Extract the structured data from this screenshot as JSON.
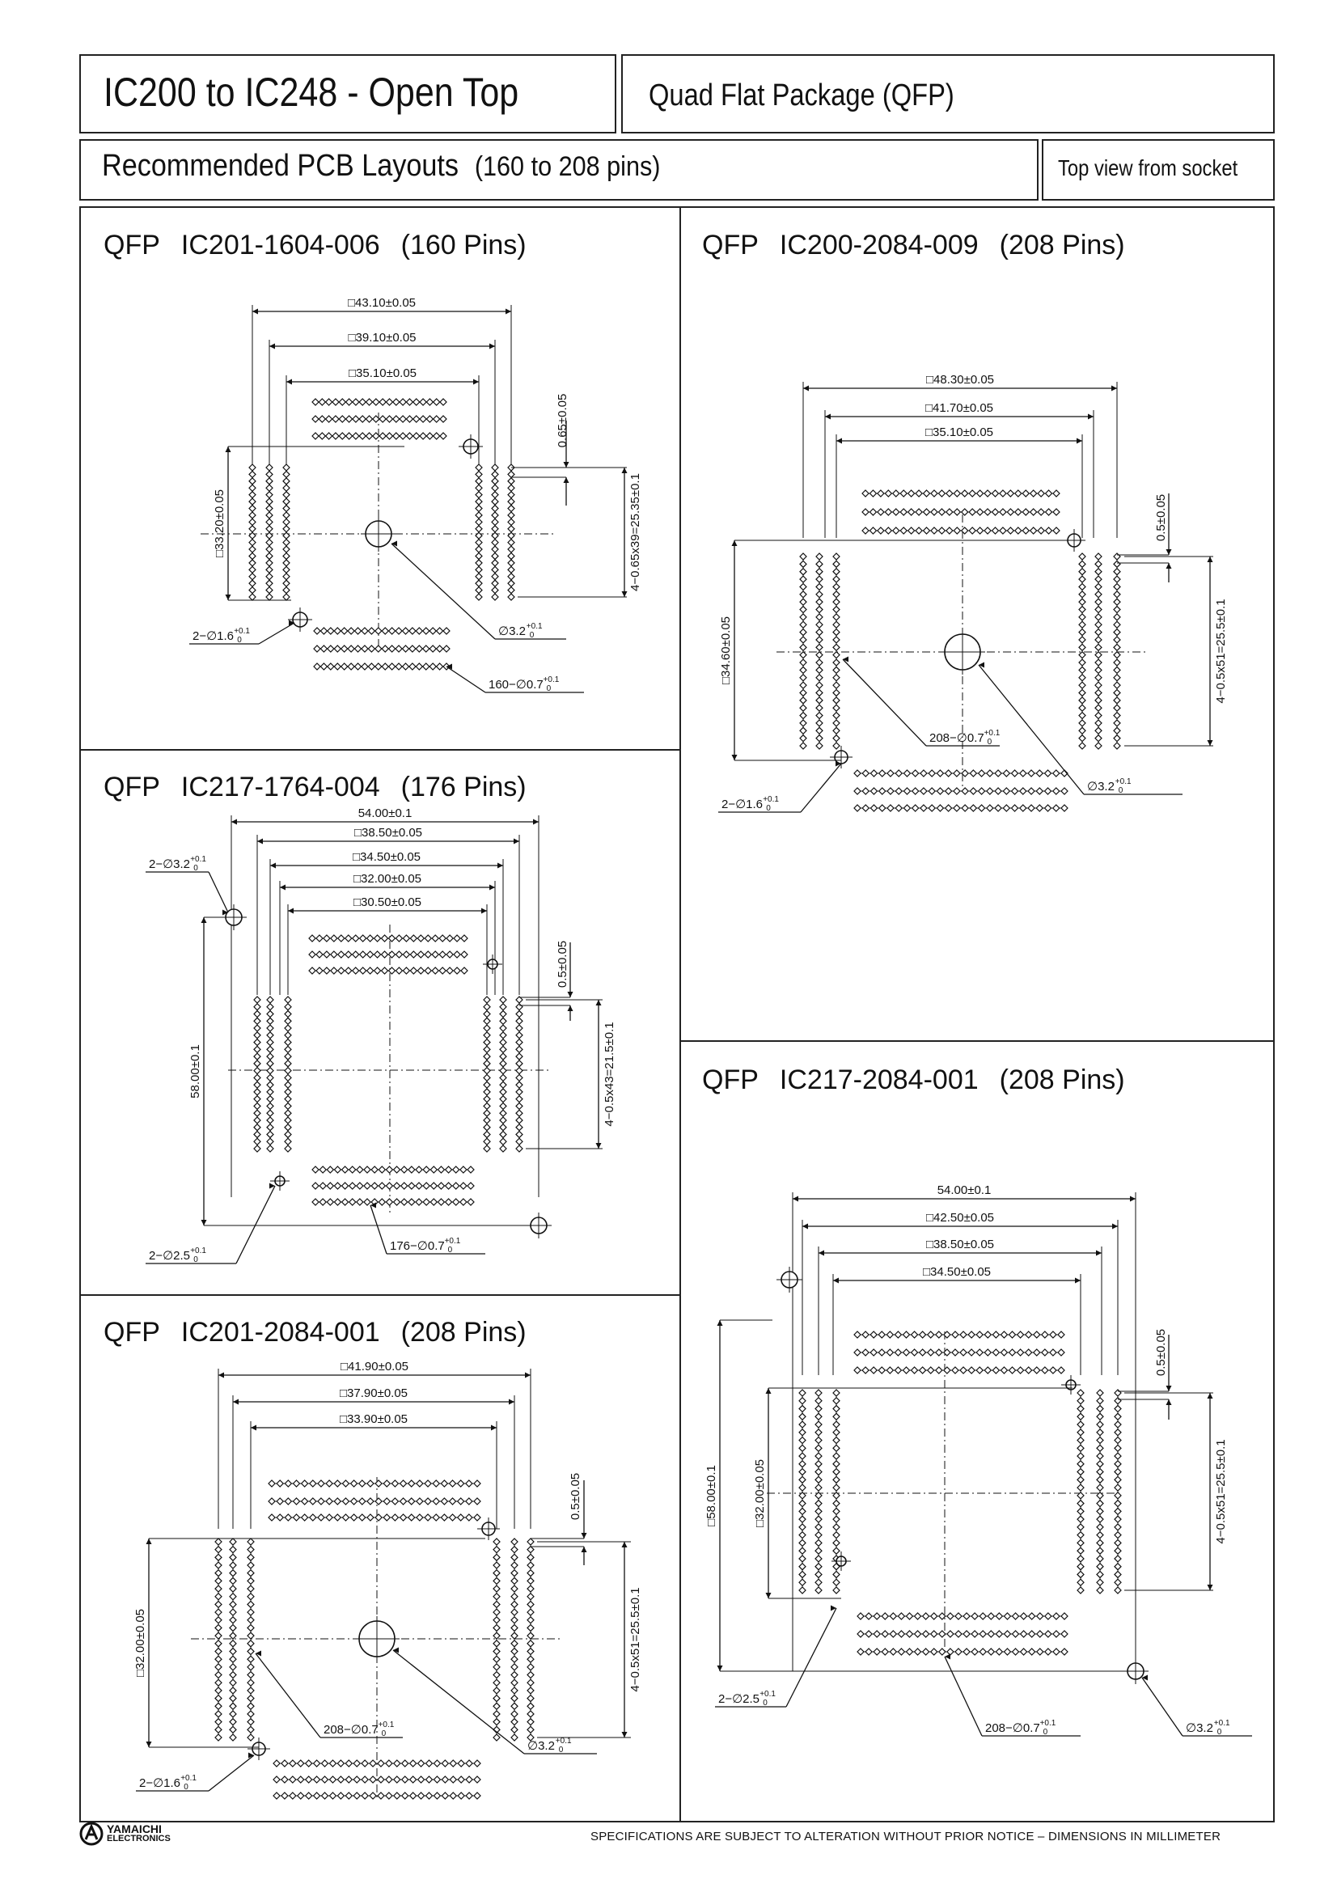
{
  "header": {
    "title": "IC200 to IC248  - Open Top",
    "package": "Quad Flat Package (QFP)",
    "subtitle": "Recommended PCB Layouts",
    "pin_range": "(160 to 208 pins)",
    "view_note": "Top view from socket"
  },
  "panels": [
    {
      "id": "p1",
      "kind": "QFP",
      "part": "IC201-1604-006",
      "pins": "(160 Pins)",
      "dims": {
        "d1": "□43.10±0.05",
        "d2": "□39.10±0.05",
        "d3": "□35.10±0.05",
        "v": "□33.20±0.05",
        "pitch": "0.65±0.05",
        "span": "4−0.65x39=25.35±0.1"
      },
      "holes": {
        "small": "2−∅1.6",
        "big": "∅3.2",
        "pads": "160−∅0.7"
      },
      "tol": "+0.1 0"
    },
    {
      "id": "p2",
      "kind": "QFP",
      "part": "IC200-2084-009",
      "pins": "(208 Pins)",
      "dims": {
        "d1": "□48.30±0.05",
        "d2": "□41.70±0.05",
        "d3": "□35.10±0.05",
        "v": "□34.60±0.05",
        "pitch": "0.5±0.05",
        "span": "4−0.5x51=25.5±0.1"
      },
      "holes": {
        "small": "2−∅1.6",
        "big": "∅3.2",
        "pads": "208−∅0.7"
      },
      "tol": "+0.1 0"
    },
    {
      "id": "p3",
      "kind": "QFP",
      "part": "IC217-1764-004",
      "pins": "(176 Pins)",
      "dims": {
        "d0": "54.00±0.1",
        "d1": "□38.50±0.05",
        "d2": "□34.50±0.05",
        "d3": "□32.00±0.05",
        "d4": "□30.50±0.05",
        "v": "58.00±0.1",
        "pitch": "0.5±0.05",
        "span": "4−0.5x43=21.5±0.1"
      },
      "holes": {
        "top": "2−∅3.2",
        "small": "2−∅2.5",
        "pads": "176−∅0.7"
      },
      "tol": "+0.1 0"
    },
    {
      "id": "p4",
      "kind": "QFP",
      "part": "IC217-2084-001",
      "pins": "(208 Pins)",
      "dims": {
        "d0": "54.00±0.1",
        "d1": "□42.50±0.05",
        "d2": "□38.50±0.05",
        "d3": "□34.50±0.05",
        "v": "□58.00±0.1",
        "v2": "□32.00±0.05",
        "pitch": "0.5±0.05",
        "span": "4−0.5x51=25.5±0.1"
      },
      "holes": {
        "small": "2−∅2.5",
        "pads": "208−∅0.7",
        "big": "∅3.2"
      },
      "tol": "+0.1 0"
    },
    {
      "id": "p5",
      "kind": "QFP",
      "part": "IC201-2084-001",
      "pins": "(208 Pins)",
      "dims": {
        "d1": "□41.90±0.05",
        "d2": "□37.90±0.05",
        "d3": "□33.90±0.05",
        "v": "□32.00±0.05",
        "pitch": "0.5±0.05",
        "span": "4−0.5x51=25.5±0.1"
      },
      "holes": {
        "pads": "208−∅0.7",
        "big": "∅3.2",
        "small": "2−∅1.6"
      },
      "tol": "+0.1 0"
    }
  ],
  "footer": {
    "logo_line1": "YAMAICHI",
    "logo_line2": "ELECTRONICS",
    "note": "SPECIFICATIONS ARE SUBJECT TO ALTERATION WITHOUT PRIOR NOTICE  –  DIMENSIONS IN MILLIMETER"
  }
}
